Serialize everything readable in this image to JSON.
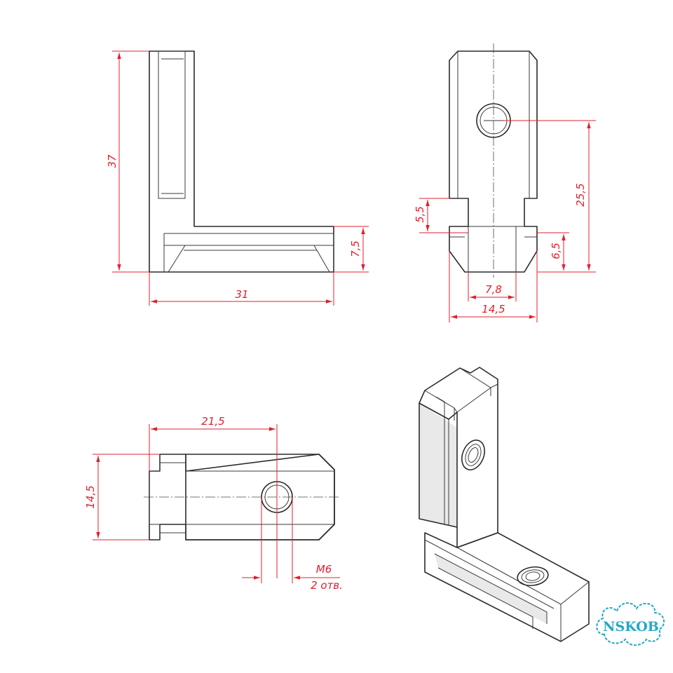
{
  "drawing": {
    "front_view": {
      "height_label": "37",
      "width_label": "31",
      "flange_label": "7,5"
    },
    "side_view": {
      "hole_offset_label": "25,5",
      "step_label": "5,5",
      "tip_label": "6,5",
      "slot_width_label": "7,8",
      "total_width_label": "14,5"
    },
    "top_view": {
      "hole_position_label": "21,5",
      "width_label": "14,5",
      "thread_label": "M6",
      "holes_count_label": "2 отв."
    },
    "iso_view": {}
  },
  "logo": {
    "text": "NSKOB",
    "color": "#25a7c6"
  },
  "colors": {
    "outline": "#2b2b2b",
    "dimension": "#e0202e",
    "background": "#ffffff"
  }
}
